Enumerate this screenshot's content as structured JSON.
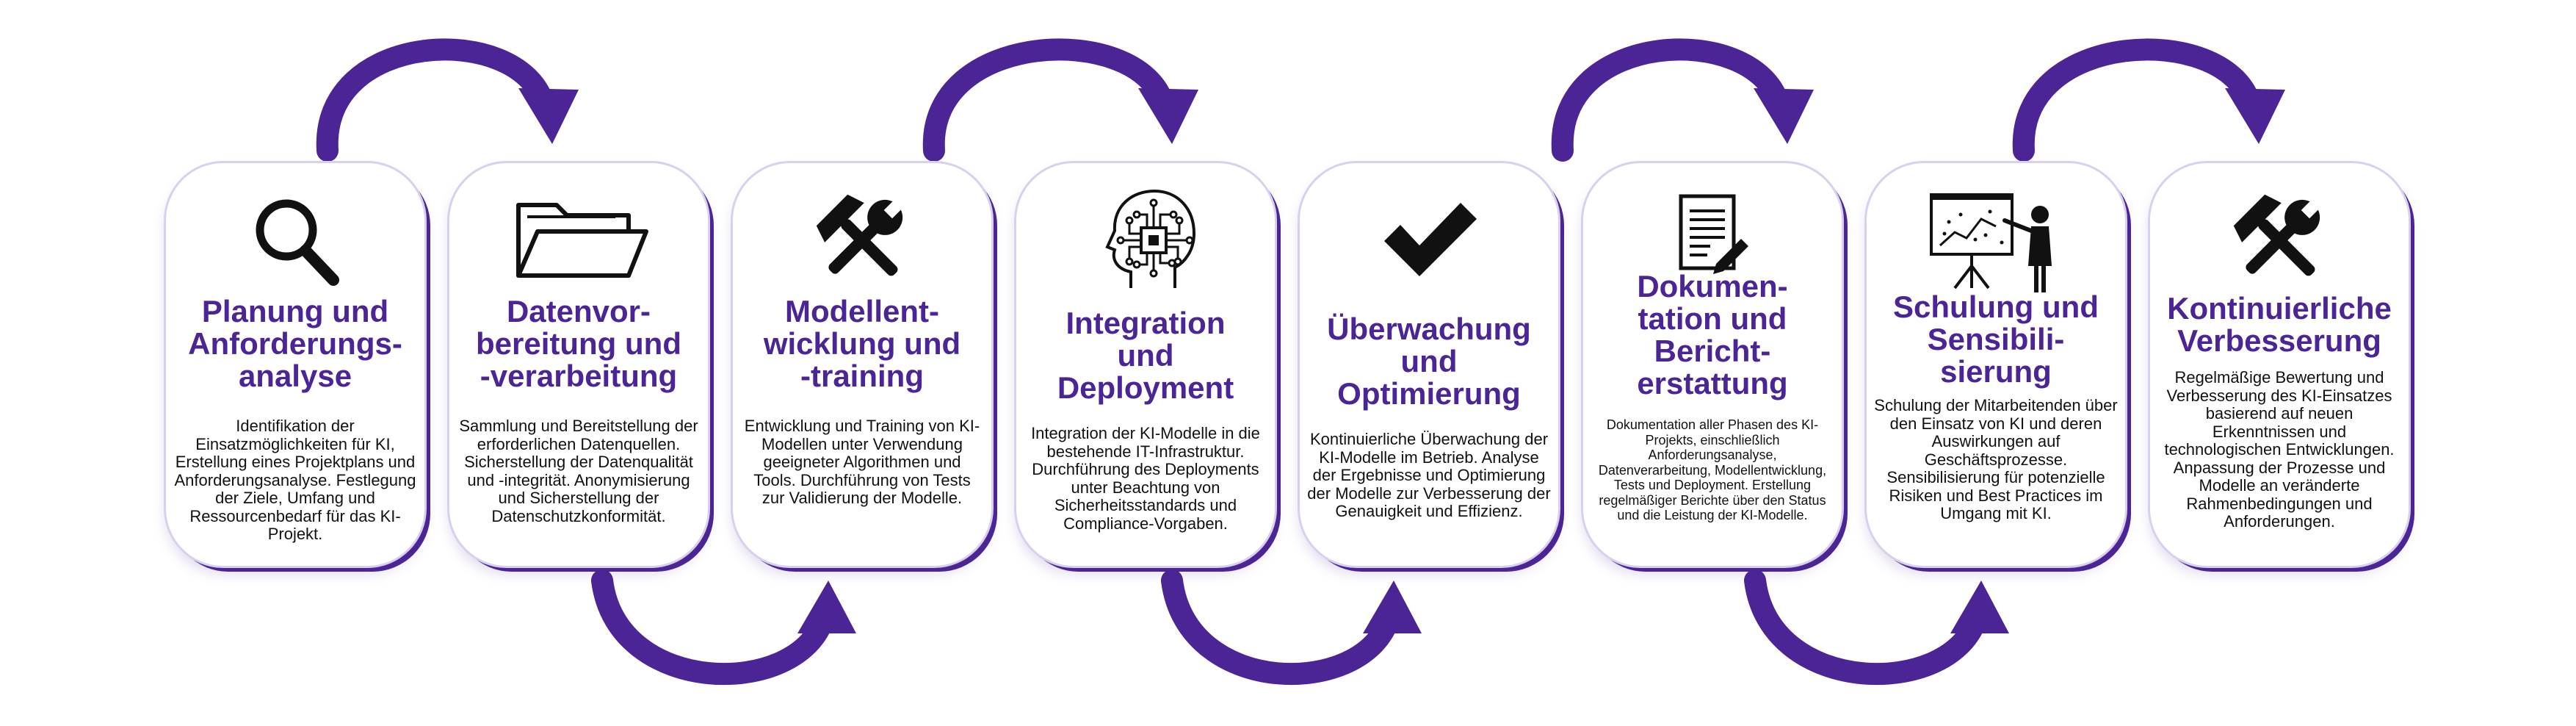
{
  "steps": [
    {
      "title_lines": [
        "Planung und",
        "Anforderungs-",
        "analyse"
      ],
      "description": "Identifikation der Einsatzmöglichkeiten für KI, Erstellung eines Projektplans und Anforderungsanalyse. Festlegung der Ziele, Umfang und Ressourcenbedarf für das KI-Projekt.",
      "icon": "magnifier-icon"
    },
    {
      "title_lines": [
        "Datenvor-",
        "bereitung und",
        "-verarbeitung"
      ],
      "description": "Sammlung und Bereitstellung der erforderlichen Datenquellen. Sicherstellung der Datenqualität und -integrität. Anonymisierung und Sicherstellung der Datenschutzkonformität.",
      "icon": "folder-icon"
    },
    {
      "title_lines": [
        "Modellent-",
        "wicklung und",
        "-training"
      ],
      "description": "Entwicklung und Training von KI-Modellen unter Verwendung geeigneter Algorithmen und Tools. Durchführung von Tests zur Validierung der Modelle.",
      "icon": "tools-icon"
    },
    {
      "title_lines": [
        "Integration",
        "und",
        "Deployment"
      ],
      "description": "Integration der KI-Modelle in die bestehende IT-Infrastruktur. Durchführung des Deployments unter Beachtung von Sicherheitsstandards und Compliance-Vorgaben.",
      "icon": "ai-head-icon"
    },
    {
      "title_lines": [
        "Überwachung",
        "und",
        "Optimierung"
      ],
      "description": "Kontinuierliche Überwachung der KI-Modelle im Betrieb. Analyse der Ergebnisse und Optimierung der Modelle zur Verbesserung der Genauigkeit und Effizienz.",
      "icon": "checkmark-icon"
    },
    {
      "title_lines": [
        "Dokumen-",
        "tation und",
        "Bericht-",
        "erstattung"
      ],
      "description": "Dokumentation aller Phasen des KI-Projekts, einschließlich Anforderungsanalyse, Datenverarbeitung, Modellentwicklung, Tests und Deployment. Erstellung regelmäßiger Berichte über den Status und die Leistung der KI-Modelle.",
      "icon": "document-pen-icon"
    },
    {
      "title_lines": [
        "Schulung und",
        "Sensibili-",
        "sierung"
      ],
      "description": "Schulung der Mitarbeitenden über den Einsatz von KI und deren Auswirkungen auf Geschäftsprozesse. Sensibilisierung für potenzielle Risiken und Best Practices im Umgang mit KI.",
      "icon": "presentation-icon"
    },
    {
      "title_lines": [
        "Kontinuierliche",
        "Verbesserung"
      ],
      "description": "Regelmäßige Bewertung und Verbesserung des KI-Einsatzes basierend auf neuen Erkenntnissen und technologischen Entwicklungen. Anpassung der Prozesse und Modelle an veränderte Rahmenbedingungen und Anforderungen.",
      "icon": "tools-icon"
    }
  ],
  "colors": {
    "accent": "#4b2595",
    "text": "#111111"
  }
}
